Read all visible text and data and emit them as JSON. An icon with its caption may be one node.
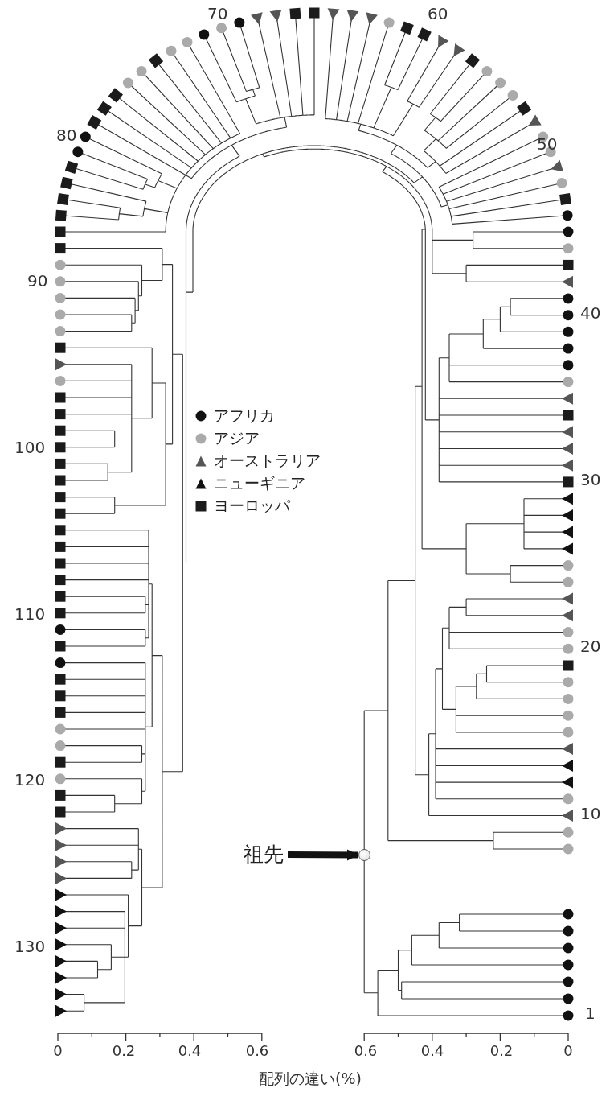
{
  "diagram": {
    "nodes": [
      {
        "text": [
          "祖先"
        ]
      },
      {
        "text": [],
        "shape": "circle"
      }
    ],
    "edges": [
      {
        "from": 0,
        "to": 1,
        "arrow": "to"
      }
    ],
    "labels": [
      "70",
      "60",
      "80",
      "50",
      "90",
      "40",
      "100",
      "30",
      "110",
      "20",
      "120",
      "10",
      "130",
      "1",
      "0",
      "0.2",
      "0.4",
      "0.6",
      "0.6",
      "0.4",
      "0.2",
      "0",
      "配列の違い(%)"
    ],
    "legend": [
      {
        "text": "アフリカ"
      },
      {
        "text": "アジア"
      },
      {
        "text": "オーストラリア"
      },
      {
        "text": "ニューギニア"
      },
      {
        "text": "ヨーロッパ"
      }
    ]
  }
}
